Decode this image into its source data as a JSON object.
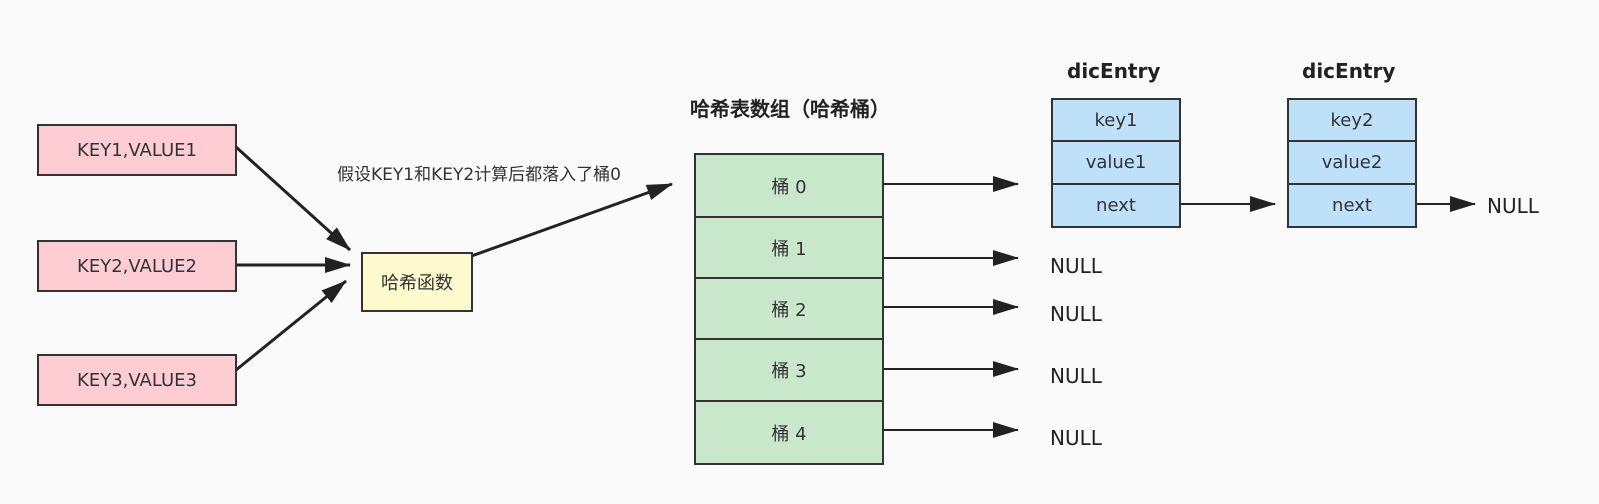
{
  "inputs": [
    "KEY1,VALUE1",
    "KEY2,VALUE2",
    "KEY3,VALUE3"
  ],
  "hash_function": "哈希函数",
  "note": "假设KEY1和KEY2计算后都落入了桶0",
  "table_title": "哈希表数组（哈希桶）",
  "buckets": [
    "桶 0",
    "桶 1",
    "桶 2",
    "桶 3",
    "桶 4"
  ],
  "entries": [
    {
      "title": "dicEntry",
      "key": "key1",
      "value": "value1",
      "next": "next"
    },
    {
      "title": "dicEntry",
      "key": "key2",
      "value": "value2",
      "next": "next"
    }
  ],
  "null_label": "NULL",
  "colors": {
    "kv_fill": "#fecdd4",
    "hash_fill": "#fefacd",
    "bucket_fill": "#c9e7cb",
    "entry_fill": "#bee0f9",
    "stroke": "#333333"
  }
}
